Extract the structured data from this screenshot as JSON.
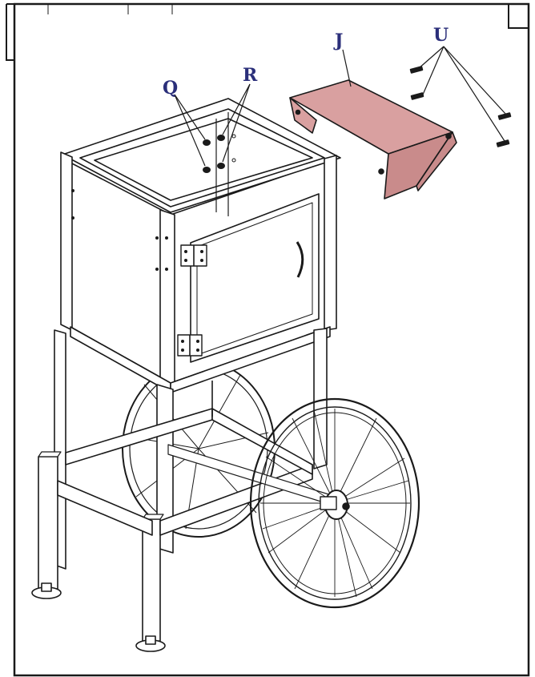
{
  "labels": {
    "q": "Q",
    "r": "R",
    "j": "J",
    "u": "U"
  },
  "colors": {
    "line": "#1a1a1a",
    "label": "#2b2f7a",
    "highlight_part": "#d9a0a0",
    "highlight_part_dark": "#c98b8b"
  }
}
